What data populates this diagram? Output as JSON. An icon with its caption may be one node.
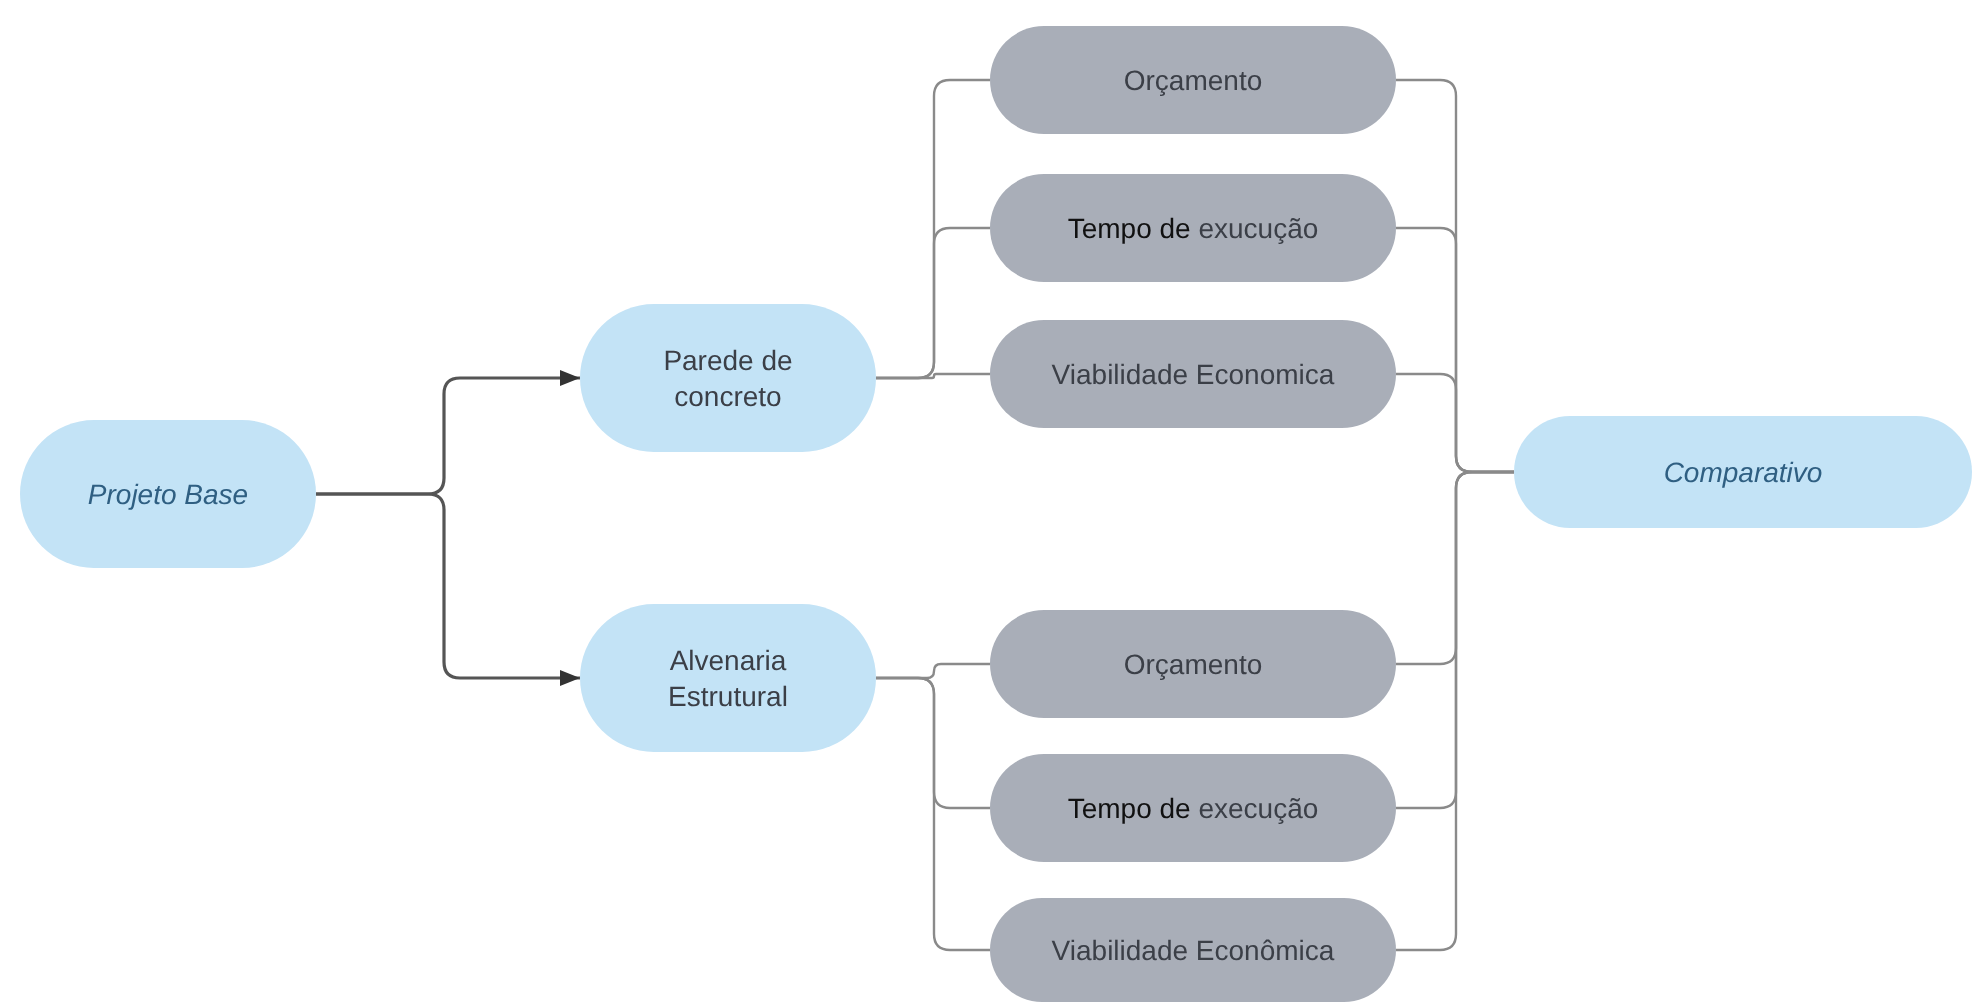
{
  "diagram": {
    "nodes": [
      {
        "text": [
          "Projeto Base"
        ]
      },
      {
        "text": [
          "Parede de concreto"
        ]
      },
      {
        "text": [
          "Alvenaria Estrutural"
        ]
      },
      {
        "text": [
          "Orçamento"
        ]
      },
      {
        "text": [
          "**Tempo de** exucução"
        ]
      },
      {
        "text": [
          "Viabilidade Economica"
        ]
      },
      {
        "text": [
          "Comparativo"
        ]
      },
      {
        "text": [
          "Orçamento"
        ]
      },
      {
        "text": [
          "**Tempo de** execução"
        ]
      },
      {
        "text": [
          "Viabilidade Econômica"
        ]
      }
    ],
    "edges": [
      {
        "from": 0,
        "to": 1,
        "arrow": "to"
      },
      {
        "from": 0,
        "to": 2,
        "arrow": "to"
      },
      {
        "from": 1,
        "to": 3,
        "arrow": "none"
      },
      {
        "from": 1,
        "to": 4,
        "arrow": "none"
      },
      {
        "from": 1,
        "to": 5,
        "arrow": "none"
      },
      {
        "from": 2,
        "to": 7,
        "arrow": "none"
      },
      {
        "from": 2,
        "to": 8,
        "arrow": "none"
      },
      {
        "from": 2,
        "to": 9,
        "arrow": "none"
      },
      {
        "from": 3,
        "to": 6,
        "arrow": "none"
      },
      {
        "from": 4,
        "to": 6,
        "arrow": "none"
      },
      {
        "from": 5,
        "to": 6,
        "arrow": "none"
      },
      {
        "from": 7,
        "to": 6,
        "arrow": "none"
      },
      {
        "from": 8,
        "to": 6,
        "arrow": "none"
      },
      {
        "from": 9,
        "to": 6,
        "arrow": "none"
      }
    ]
  }
}
